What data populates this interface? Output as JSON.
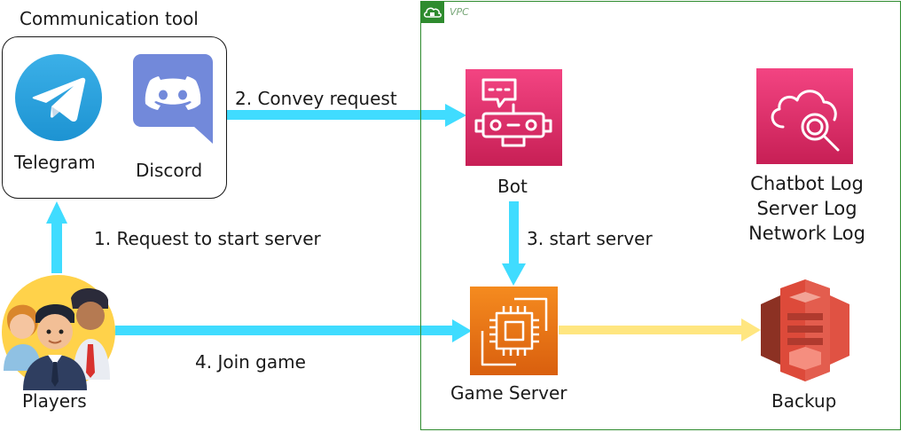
{
  "groups": {
    "communication_tool": "Communication tool",
    "vpc": "VPC"
  },
  "nodes": {
    "telegram": "Telegram",
    "discord": "Discord",
    "players": "Players",
    "bot": "Bot",
    "game_server": "Game Server",
    "backup": "Backup",
    "logs": [
      "Chatbot Log",
      "Server Log",
      "Network Log"
    ]
  },
  "edges": {
    "request": "1. Request to start server",
    "convey": "2. Convey request",
    "start": "3. start server",
    "join": "4. Join game"
  },
  "colors": {
    "arrow": "#40dcff",
    "backup_arrow": "#ffe680",
    "vpc": "#2e8b2e",
    "aws_pink": "#e7336f",
    "aws_orange": "#ed7615",
    "s3_red": "#dd4a3a"
  }
}
